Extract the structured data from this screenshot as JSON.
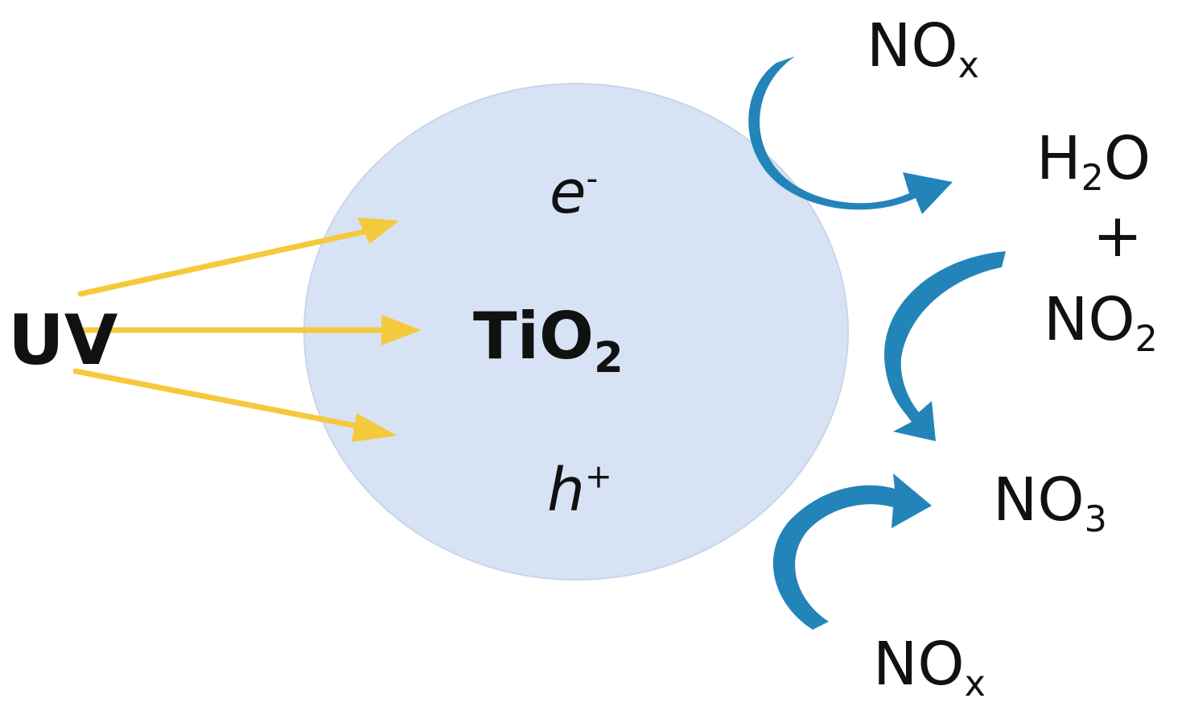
{
  "colors": {
    "particle_fill": "#d7e3f4",
    "particle_edge": "#c9d6e8",
    "uv_arrow": "#f5c93e",
    "reaction_arrow": "#2384b9",
    "text": "#111111"
  },
  "labels": {
    "uv": "UV",
    "catalyst": {
      "base": "TiO",
      "sub": "2"
    },
    "electron": {
      "base": "e",
      "sup": "-"
    },
    "hole": {
      "base": "h",
      "sup": "+"
    },
    "nox_top": {
      "base": "NO",
      "sub": "x"
    },
    "h2o": {
      "a": "H",
      "sub": "2",
      "b": "O"
    },
    "plus": "+",
    "no2": {
      "base": "NO",
      "sub": "2"
    },
    "no3": {
      "base": "NO",
      "sub": "3"
    },
    "nox_bottom": {
      "base": "NO",
      "sub": "x"
    }
  },
  "icons": {
    "uv_arrows": "yellow-arrow",
    "reaction_arrows": "curved-arrow"
  }
}
